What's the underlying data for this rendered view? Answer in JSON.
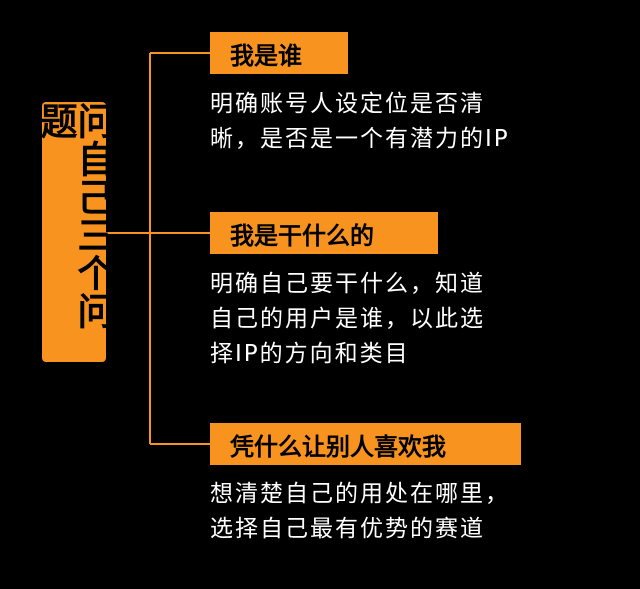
{
  "colors": {
    "background": "#000000",
    "accent": "#f7931e",
    "label_text": "#000000",
    "desc_text": "#ffffff"
  },
  "root": {
    "label": "问自己三个问题"
  },
  "branches": [
    {
      "label": "我是谁",
      "desc_lines": [
        "明确账号人设定位是否清",
        "晰，是否是一个有潜力的IP"
      ]
    },
    {
      "label": "我是干什么的",
      "desc_lines": [
        "明确自己要干什么，知道",
        "自己的用户是谁，以此选",
        "择IP的方向和类目"
      ]
    },
    {
      "label": "凭什么让别人喜欢我",
      "desc_lines": [
        "想清楚自己的用处在哪里，",
        "选择自己最有优势的赛道"
      ]
    }
  ]
}
